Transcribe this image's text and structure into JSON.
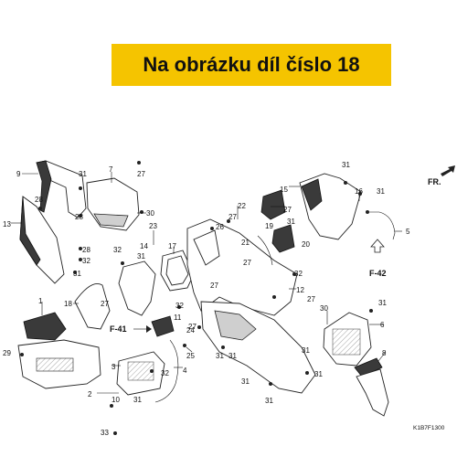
{
  "banner": {
    "text": "Na obrázku díl číslo 18",
    "color": "#f5c400"
  },
  "direction_label": "FR.",
  "refs": {
    "f41": "F-41",
    "f42": "F-42"
  },
  "diagram_code": "K1B7F1300",
  "callouts": [
    "1",
    "2",
    "3",
    "4",
    "5",
    "6",
    "7",
    "8",
    "9",
    "10",
    "11",
    "12",
    "13",
    "14",
    "15",
    "16",
    "17",
    "18",
    "19",
    "20",
    "21",
    "22",
    "23",
    "24",
    "25",
    "26",
    "27",
    "28",
    "29",
    "30",
    "31",
    "32",
    "33"
  ]
}
